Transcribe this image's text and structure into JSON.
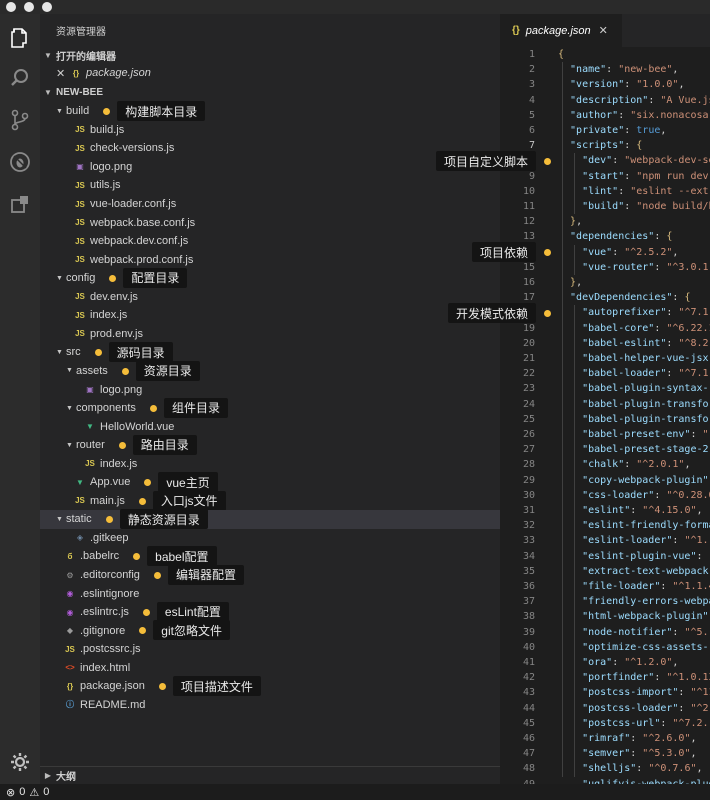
{
  "explorer": {
    "title": "资源管理器",
    "open_editors_label": "打开的编辑器",
    "open_editor_file": "package.json",
    "project_label": "NEW-BEE",
    "outline_label": "大纲"
  },
  "tree": [
    {
      "depth": 1,
      "type": "folder",
      "name": "build",
      "open": true,
      "anno": "构建脚本目录"
    },
    {
      "depth": 2,
      "type": "js",
      "name": "build.js"
    },
    {
      "depth": 2,
      "type": "js",
      "name": "check-versions.js"
    },
    {
      "depth": 2,
      "type": "img",
      "name": "logo.png"
    },
    {
      "depth": 2,
      "type": "js",
      "name": "utils.js"
    },
    {
      "depth": 2,
      "type": "js",
      "name": "vue-loader.conf.js"
    },
    {
      "depth": 2,
      "type": "js",
      "name": "webpack.base.conf.js"
    },
    {
      "depth": 2,
      "type": "js",
      "name": "webpack.dev.conf.js"
    },
    {
      "depth": 2,
      "type": "js",
      "name": "webpack.prod.conf.js"
    },
    {
      "depth": 1,
      "type": "folder",
      "name": "config",
      "open": true,
      "anno": "配置目录"
    },
    {
      "depth": 2,
      "type": "js",
      "name": "dev.env.js"
    },
    {
      "depth": 2,
      "type": "js",
      "name": "index.js"
    },
    {
      "depth": 2,
      "type": "js",
      "name": "prod.env.js"
    },
    {
      "depth": 1,
      "type": "folder",
      "name": "src",
      "open": true,
      "anno": "源码目录"
    },
    {
      "depth": 2,
      "type": "folder",
      "name": "assets",
      "open": true,
      "anno": "资源目录"
    },
    {
      "depth": 3,
      "type": "img",
      "name": "logo.png"
    },
    {
      "depth": 2,
      "type": "folder",
      "name": "components",
      "open": true,
      "anno": "组件目录"
    },
    {
      "depth": 3,
      "type": "vue",
      "name": "HelloWorld.vue"
    },
    {
      "depth": 2,
      "type": "folder",
      "name": "router",
      "open": true,
      "anno": "路由目录"
    },
    {
      "depth": 3,
      "type": "js",
      "name": "index.js"
    },
    {
      "depth": 2,
      "type": "vue",
      "name": "App.vue",
      "anno": "vue主页"
    },
    {
      "depth": 2,
      "type": "js",
      "name": "main.js",
      "anno": "入口js文件"
    },
    {
      "depth": 1,
      "type": "folder",
      "name": "static",
      "open": true,
      "selected": true,
      "anno": "静态资源目录"
    },
    {
      "depth": 2,
      "type": "dot",
      "name": ".gitkeep"
    },
    {
      "depth": 1,
      "type": "babel",
      "name": ".babelrc",
      "anno": "babel配置"
    },
    {
      "depth": 1,
      "type": "gear",
      "name": ".editorconfig",
      "anno": "编辑器配置"
    },
    {
      "depth": 1,
      "type": "eslint",
      "name": ".eslintignore"
    },
    {
      "depth": 1,
      "type": "eslint",
      "name": ".eslintrc.js",
      "anno": "esLint配置"
    },
    {
      "depth": 1,
      "type": "gitk",
      "name": ".gitignore",
      "anno": "git忽略文件"
    },
    {
      "depth": 1,
      "type": "js",
      "name": ".postcssrc.js"
    },
    {
      "depth": 1,
      "type": "html",
      "name": "index.html"
    },
    {
      "depth": 1,
      "type": "json",
      "name": "package.json",
      "anno": "项目描述文件"
    },
    {
      "depth": 1,
      "type": "info",
      "name": "README.md"
    }
  ],
  "editor": {
    "tab_label": "package.json",
    "start_line": 1,
    "current_line": 7,
    "lines": [
      [
        [
          "brc",
          "{"
        ]
      ],
      [
        [
          "k",
          "  \"name\""
        ],
        [
          "p",
          ": "
        ],
        [
          "s",
          "\"new-bee\""
        ],
        [
          "p",
          ","
        ]
      ],
      [
        [
          "k",
          "  \"version\""
        ],
        [
          "p",
          ": "
        ],
        [
          "s",
          "\"1.0.0\""
        ],
        [
          "p",
          ","
        ]
      ],
      [
        [
          "k",
          "  \"description\""
        ],
        [
          "p",
          ": "
        ],
        [
          "s",
          "\"A Vue.js"
        ]
      ],
      [
        [
          "k",
          "  \"author\""
        ],
        [
          "p",
          ": "
        ],
        [
          "s",
          "\"six.nonacosa"
        ]
      ],
      [
        [
          "k",
          "  \"private\""
        ],
        [
          "p",
          ": "
        ],
        [
          "kw",
          "true"
        ],
        [
          "p",
          ","
        ]
      ],
      [
        [
          "k",
          "  \"scripts\""
        ],
        [
          "p",
          ": "
        ],
        [
          "brc",
          "{"
        ]
      ],
      [
        [
          "k",
          "    \"dev\""
        ],
        [
          "p",
          ": "
        ],
        [
          "s",
          "\"webpack-dev-se"
        ]
      ],
      [
        [
          "k",
          "    \"start\""
        ],
        [
          "p",
          ": "
        ],
        [
          "s",
          "\"npm run dev\""
        ]
      ],
      [
        [
          "k",
          "    \"lint\""
        ],
        [
          "p",
          ": "
        ],
        [
          "s",
          "\"eslint --ext"
        ]
      ],
      [
        [
          "k",
          "    \"build\""
        ],
        [
          "p",
          ": "
        ],
        [
          "s",
          "\"node build/b"
        ]
      ],
      [
        [
          "brc",
          "  }"
        ],
        [
          "p",
          ","
        ]
      ],
      [
        [
          "k",
          "  \"dependencies\""
        ],
        [
          "p",
          ": "
        ],
        [
          "brc",
          "{"
        ]
      ],
      [
        [
          "k",
          "    \"vue\""
        ],
        [
          "p",
          ": "
        ],
        [
          "s",
          "\"^2.5.2\""
        ],
        [
          "p",
          ","
        ]
      ],
      [
        [
          "k",
          "    \"vue-router\""
        ],
        [
          "p",
          ": "
        ],
        [
          "s",
          "\"^3.0.1\""
        ]
      ],
      [
        [
          "brc",
          "  }"
        ],
        [
          "p",
          ","
        ]
      ],
      [
        [
          "k",
          "  \"devDependencies\""
        ],
        [
          "p",
          ": "
        ],
        [
          "brc",
          "{"
        ]
      ],
      [
        [
          "k",
          "    \"autoprefixer\""
        ],
        [
          "p",
          ": "
        ],
        [
          "s",
          "\"^7.1."
        ]
      ],
      [
        [
          "k",
          "    \"babel-core\""
        ],
        [
          "p",
          ": "
        ],
        [
          "s",
          "\"^6.22.1"
        ]
      ],
      [
        [
          "k",
          "    \"babel-eslint\""
        ],
        [
          "p",
          ": "
        ],
        [
          "s",
          "\"^8.2."
        ]
      ],
      [
        [
          "k",
          "    \"babel-helper-vue-jsx"
        ]
      ],
      [
        [
          "k",
          "    \"babel-loader\""
        ],
        [
          "p",
          ": "
        ],
        [
          "s",
          "\"^7.1."
        ]
      ],
      [
        [
          "k",
          "    \"babel-plugin-syntax-"
        ]
      ],
      [
        [
          "k",
          "    \"babel-plugin-transfo"
        ]
      ],
      [
        [
          "k",
          "    \"babel-plugin-transfo"
        ]
      ],
      [
        [
          "k",
          "    \"babel-preset-env\""
        ],
        [
          "p",
          ": "
        ],
        [
          "s",
          "\""
        ]
      ],
      [
        [
          "k",
          "    \"babel-preset-stage-2"
        ]
      ],
      [
        [
          "k",
          "    \"chalk\""
        ],
        [
          "p",
          ": "
        ],
        [
          "s",
          "\"^2.0.1\""
        ],
        [
          "p",
          ","
        ]
      ],
      [
        [
          "k",
          "    \"copy-webpack-plugin\""
        ]
      ],
      [
        [
          "k",
          "    \"css-loader\""
        ],
        [
          "p",
          ": "
        ],
        [
          "s",
          "\"^0.28.0"
        ]
      ],
      [
        [
          "k",
          "    \"eslint\""
        ],
        [
          "p",
          ": "
        ],
        [
          "s",
          "\"^4.15.0\""
        ],
        [
          "p",
          ","
        ]
      ],
      [
        [
          "k",
          "    \"eslint-friendly-forma"
        ]
      ],
      [
        [
          "k",
          "    \"eslint-loader\""
        ],
        [
          "p",
          ": "
        ],
        [
          "s",
          "\"^1."
        ]
      ],
      [
        [
          "k",
          "    \"eslint-plugin-vue\""
        ],
        [
          "p",
          ": "
        ],
        [
          "s",
          "\""
        ]
      ],
      [
        [
          "k",
          "    \"extract-text-webpack"
        ]
      ],
      [
        [
          "k",
          "    \"file-loader\""
        ],
        [
          "p",
          ": "
        ],
        [
          "s",
          "\"^1.1.4"
        ]
      ],
      [
        [
          "k",
          "    \"friendly-errors-webpa"
        ]
      ],
      [
        [
          "k",
          "    \"html-webpack-plugin\""
        ]
      ],
      [
        [
          "k",
          "    \"node-notifier\""
        ],
        [
          "p",
          ": "
        ],
        [
          "s",
          "\"^5."
        ]
      ],
      [
        [
          "k",
          "    \"optimize-css-assets-"
        ]
      ],
      [
        [
          "k",
          "    \"ora\""
        ],
        [
          "p",
          ": "
        ],
        [
          "s",
          "\"^1.2.0\""
        ],
        [
          "p",
          ","
        ]
      ],
      [
        [
          "k",
          "    \"portfinder\""
        ],
        [
          "p",
          ": "
        ],
        [
          "s",
          "\"^1.0.13"
        ]
      ],
      [
        [
          "k",
          "    \"postcss-import\""
        ],
        [
          "p",
          ": "
        ],
        [
          "s",
          "\"^11"
        ]
      ],
      [
        [
          "k",
          "    \"postcss-loader\""
        ],
        [
          "p",
          ": "
        ],
        [
          "s",
          "\"^2"
        ]
      ],
      [
        [
          "k",
          "    \"postcss-url\""
        ],
        [
          "p",
          ": "
        ],
        [
          "s",
          "\"^7.2."
        ]
      ],
      [
        [
          "k",
          "    \"rimraf\""
        ],
        [
          "p",
          ": "
        ],
        [
          "s",
          "\"^2.6.0\""
        ],
        [
          "p",
          ","
        ]
      ],
      [
        [
          "k",
          "    \"semver\""
        ],
        [
          "p",
          ": "
        ],
        [
          "s",
          "\"^5.3.0\""
        ],
        [
          "p",
          ","
        ]
      ],
      [
        [
          "k",
          "    \"shelljs\""
        ],
        [
          "p",
          ": "
        ],
        [
          "s",
          "\"^0.7.6\""
        ],
        [
          "p",
          ","
        ]
      ],
      [
        [
          "k",
          "    \"uglifyjs-webpack-plug"
        ]
      ]
    ]
  },
  "editor_annotations": [
    {
      "label": "项目自定义脚本",
      "line": 8
    },
    {
      "label": "项目依赖",
      "line": 14
    },
    {
      "label": "开发模式依赖",
      "line": 18
    }
  ],
  "status": {
    "errors": "0",
    "warnings": "0"
  },
  "colors": {
    "accent_bullet": "#f5bd3a",
    "annotation_bg": "#141414"
  }
}
